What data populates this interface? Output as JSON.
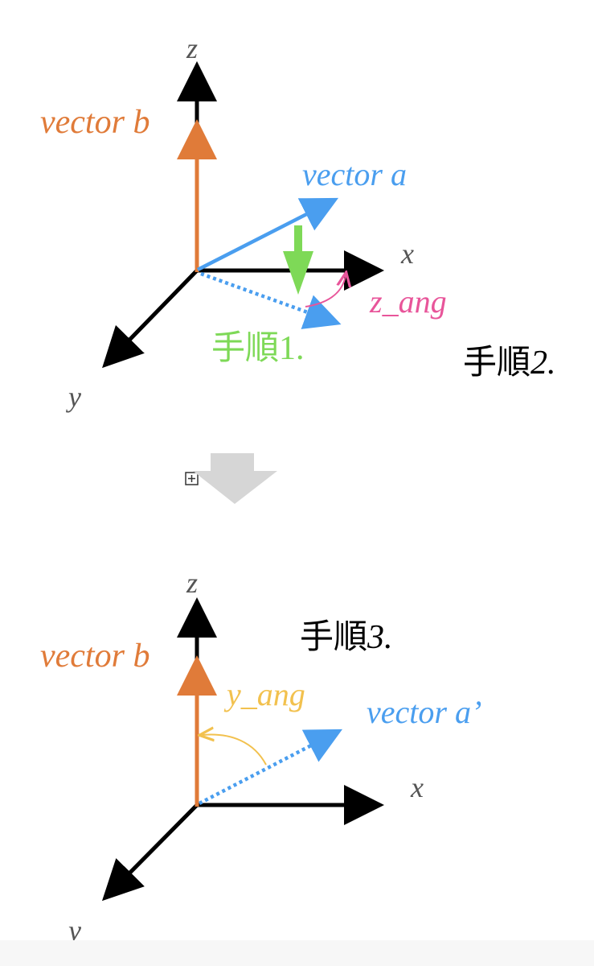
{
  "colors": {
    "axis": "#000000",
    "vector_b": "#e07b39",
    "vector_a": "#4a9eef",
    "step1": "#7ed957",
    "z_ang": "#e8559a",
    "y_ang": "#f2c14e",
    "axis_label": "#555555",
    "between_arrow": "#d6d6d6"
  },
  "top_panel": {
    "axis_z": "z",
    "axis_x": "x",
    "axis_y": "y",
    "vector_b": "vector b",
    "vector_a": "vector a",
    "z_ang": "z_ang",
    "step1_kanji": "手順",
    "step1_num": "1.",
    "step2_kanji": "手順",
    "step2_num": "2."
  },
  "bottom_panel": {
    "axis_z": "z",
    "axis_x": "x",
    "axis_y": "y",
    "vector_b": "vector b",
    "vector_a_prime": "vector a’",
    "y_ang": "y_ang",
    "step3_kanji": "手順",
    "step3_num": "3."
  },
  "icons": {
    "expand": "plus-box-icon",
    "transition": "down-arrow-icon"
  }
}
